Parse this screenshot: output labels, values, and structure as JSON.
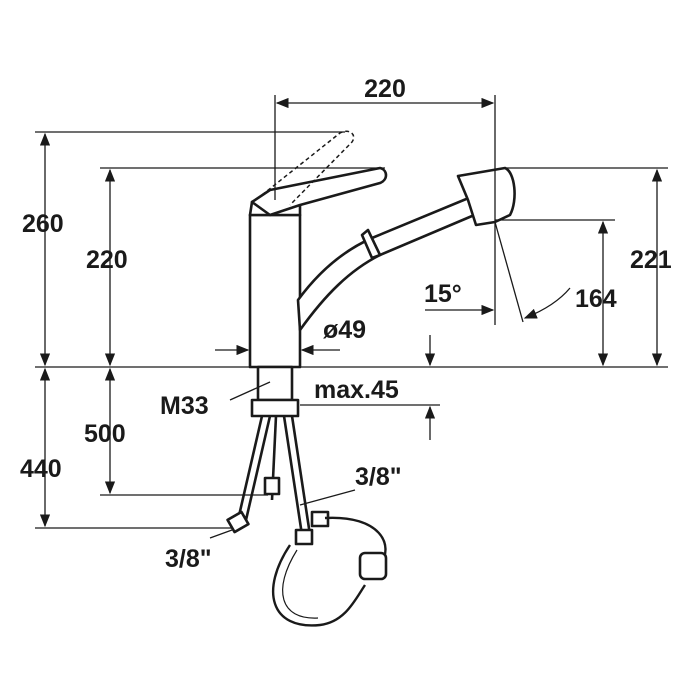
{
  "dimensions": {
    "reach": "220",
    "total_height": "260",
    "spout_height": "220",
    "head_height": "221",
    "outlet_height": "164",
    "spray_angle": "15°",
    "body_diameter": "ø49",
    "thread": "M33",
    "max_counter_thickness": "max.45",
    "hose_length_inner": "500",
    "hose_length_outer": "440",
    "connection_right": "3/8\"",
    "connection_left": "3/8\""
  }
}
